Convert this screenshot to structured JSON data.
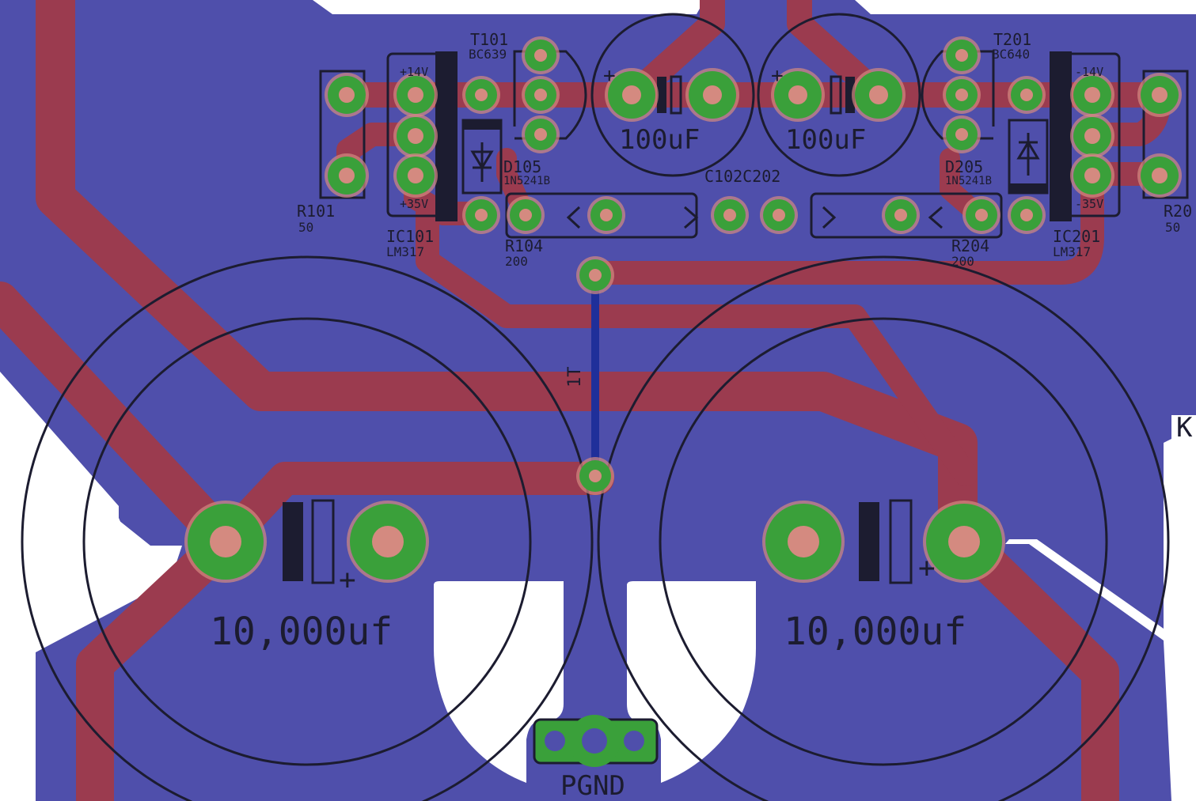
{
  "colors": {
    "copper_fill": "#4f4fab",
    "trace": "#9b3b4f",
    "pad_ring": "#3aa03a",
    "pad_hole": "#d48a80",
    "silkscreen": "#1c1c30",
    "bottom_trace": "#1f2f9a",
    "background": "#ffffff"
  },
  "labels": {
    "t101_name": "T101",
    "t101_value": "BC639",
    "t201_name": "T201",
    "t201_value": "BC640",
    "ic101_plus14": "+14V",
    "ic101_plus35": "+35V",
    "ic201_minus14": "-14V",
    "ic201_minus35": "-35V",
    "c_small_left": "100uF",
    "c_small_right": "100uF",
    "d105_name": "D105",
    "d105_value": "1N5241B",
    "d205_name": "D205",
    "d205_value": "1N5241B",
    "c102_c202": "C102C202",
    "r101_name": "R101",
    "r101_value": "50",
    "r201_name": "R20",
    "r201_value": "50",
    "ic101_name": "IC101",
    "ic101_value": "LM317",
    "ic201_name": "IC201",
    "ic201_value": "LM317",
    "r104_name": "R104",
    "r104_value": "200",
    "r204_name": "R204",
    "r204_value": "200",
    "jumper": "1T",
    "c_big_left": "10,000uf",
    "c_big_right": "10,000uf",
    "pgnd": "PGND",
    "edge_k": "K"
  }
}
